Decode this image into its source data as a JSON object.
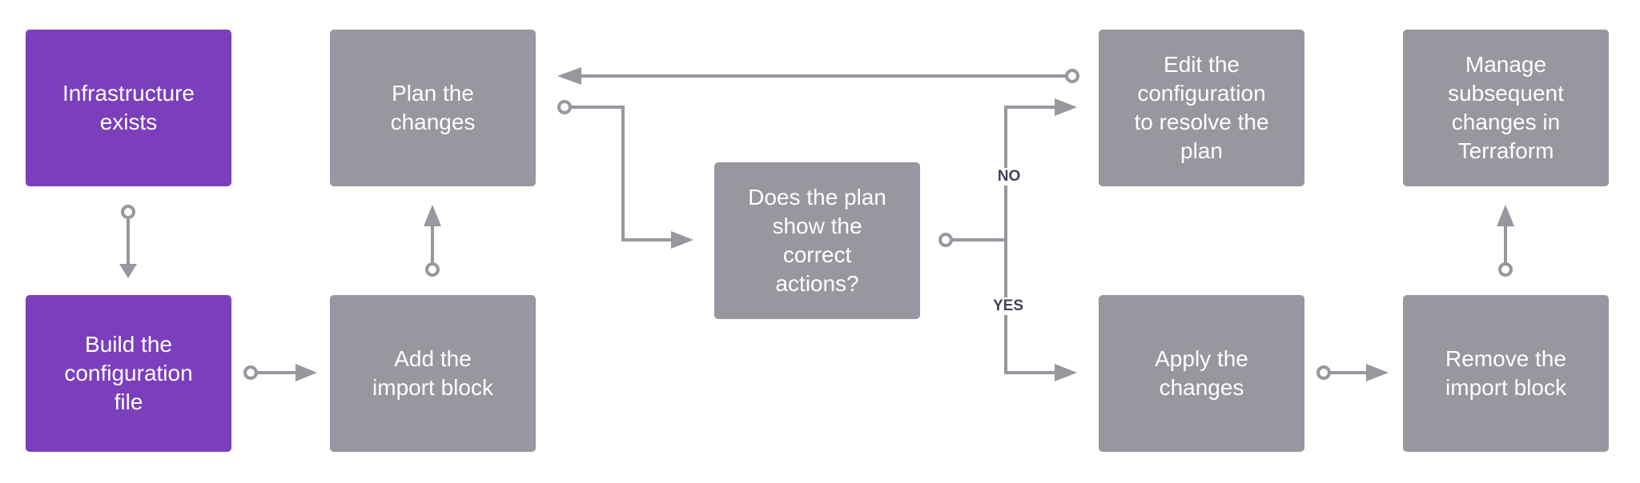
{
  "colors": {
    "start_box": "#7b3fbc",
    "step_box": "#96979f",
    "connector": "#96979f",
    "label_text": "#3f4258"
  },
  "nodes": {
    "infrastructure_exists": "Infrastructure\nexists",
    "build_config": "Build the\nconfiguration\nfile",
    "plan_changes": "Plan the\nchanges",
    "add_import": "Add the\nimport block",
    "decision": "Does the plan\nshow the\ncorrect\nactions?",
    "edit_config": "Edit the\nconfiguration\nto resolve the\nplan",
    "apply_changes": "Apply the\nchanges",
    "manage_changes": "Manage\nsubsequent\nchanges in\nTerraform",
    "remove_import": "Remove the\nimport block"
  },
  "branches": {
    "no": "NO",
    "yes": "YES"
  }
}
